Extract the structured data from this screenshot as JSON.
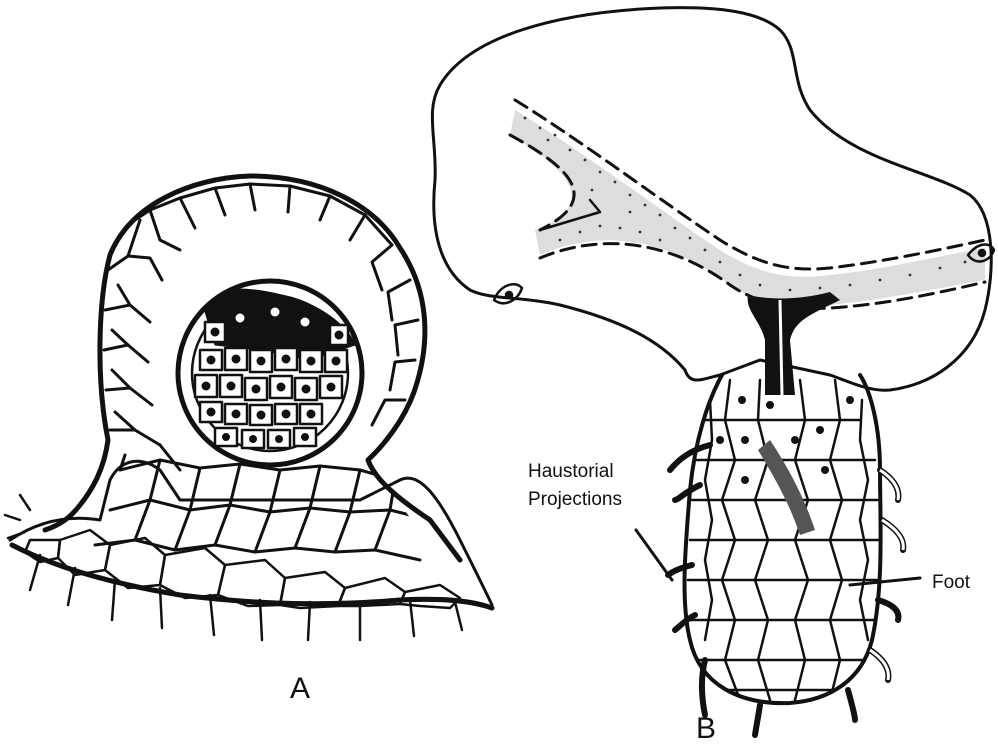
{
  "figure": {
    "panel_a": {
      "label": "A"
    },
    "panel_b": {
      "label": "B"
    },
    "annotations": {
      "haustorial_line1": "Haustorial",
      "haustorial_line2": "Projections",
      "foot": "Foot"
    }
  }
}
